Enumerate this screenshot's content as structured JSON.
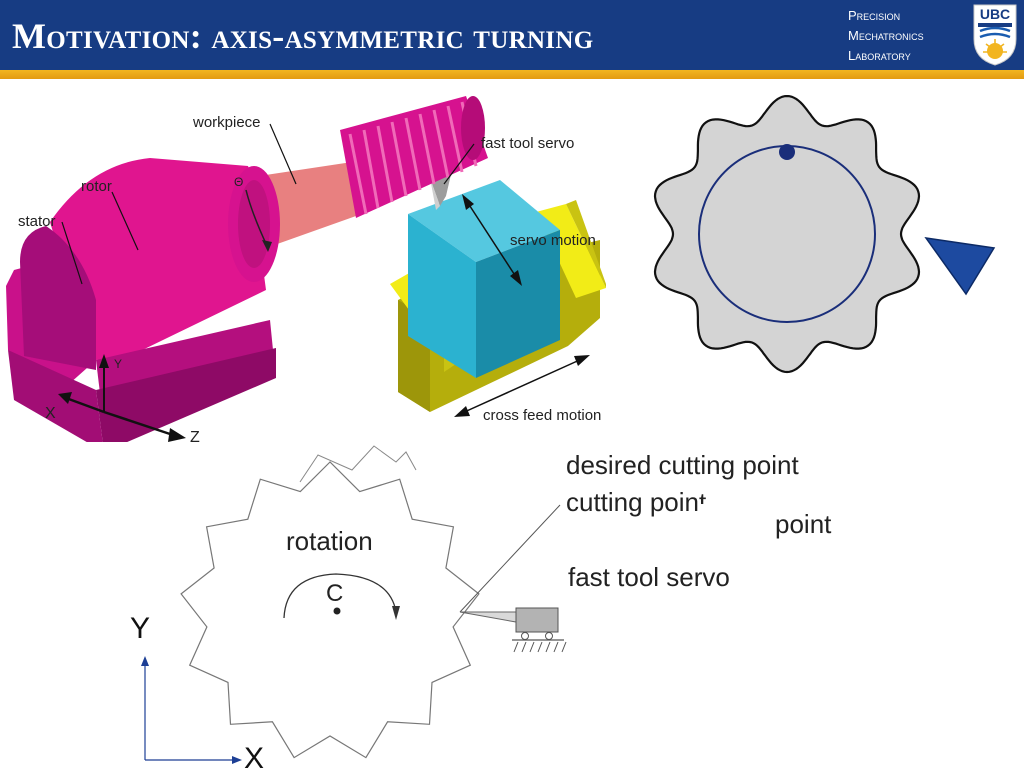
{
  "slide": {
    "title": "Motivation: axis-asymmetric turning",
    "lab": {
      "line1": "Precision",
      "line2": "Mechatronics",
      "line3": "Laboratory"
    },
    "logo_text": "UBC"
  },
  "machine_figure": {
    "labels": {
      "workpiece": "workpiece",
      "rotor": "rotor",
      "stator": "stator",
      "theta": "Θ",
      "fast_tool_servo": "fast tool servo",
      "servo_motion": "servo motion",
      "cross_feed_motion": "cross feed motion",
      "axis_x": "X",
      "axis_y": "Y",
      "axis_z": "Z"
    },
    "colors": {
      "magenta": "#d6128f",
      "salmon": "#e88080",
      "cyan": "#2bb2d0",
      "yellow": "#f2ec17",
      "olive": "#b5ae0c"
    }
  },
  "profile_figure": {
    "colors": {
      "fill": "#d4d4d4",
      "circle": "#1a2e7a",
      "tool": "#1d4aa0"
    }
  },
  "rotation_figure": {
    "labels": {
      "desired_cutting_point": "desired cutting point",
      "cutting_point": "cutting point",
      "point_fragment": "point",
      "rotation": "rotation",
      "center": "C",
      "fast_tool_servo": "fast tool servo",
      "axis_y": "Y",
      "axis_x": "X"
    }
  }
}
